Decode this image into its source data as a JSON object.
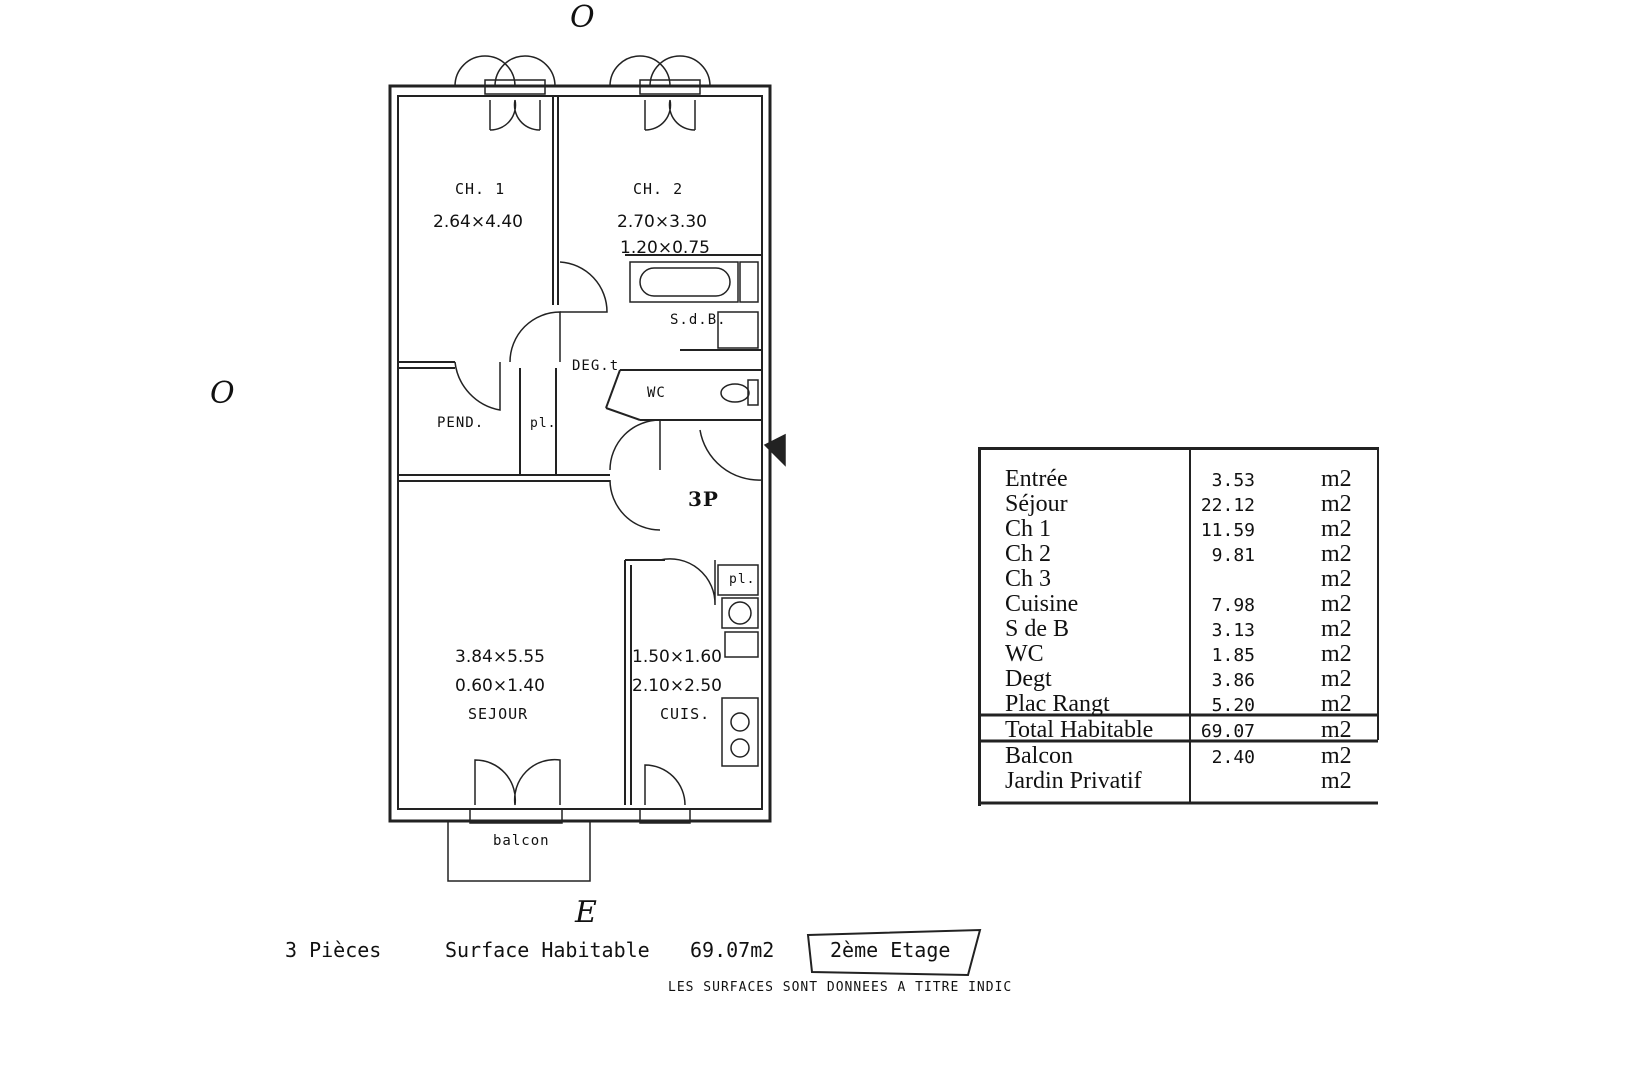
{
  "compass": {
    "north": "O",
    "west": "O",
    "south": "E"
  },
  "rooms": {
    "ch1": {
      "name": "CH. 1",
      "dims": "2.64×4.40"
    },
    "ch2": {
      "name": "CH. 2",
      "dims": "2.70×3.30",
      "dims2": "1.20×0.75"
    },
    "sdb": {
      "name": "S.d.B."
    },
    "degt": {
      "name": "DEG.t"
    },
    "wc": {
      "name": "WC"
    },
    "pend": {
      "name": "PEND."
    },
    "pl1": {
      "name": "pl."
    },
    "pl2": {
      "name": "pl."
    },
    "entry": {
      "name": "3P"
    },
    "sejour": {
      "name": "SEJOUR",
      "dims": "3.84×5.55",
      "dims2": "0.60×1.40"
    },
    "cuis": {
      "name": "CUIS.",
      "dims": "1.50×1.60",
      "dims2": "2.10×2.50"
    },
    "balcon": {
      "name": "balcon"
    }
  },
  "surface_table": {
    "rows": [
      {
        "name": "Entrée",
        "value": "3.53",
        "unit": "m2"
      },
      {
        "name": "Séjour",
        "value": "22.12",
        "unit": "m2"
      },
      {
        "name": "Ch 1",
        "value": "11.59",
        "unit": "m2"
      },
      {
        "name": "Ch 2",
        "value": "9.81",
        "unit": "m2"
      },
      {
        "name": "Ch 3",
        "value": "",
        "unit": "m2"
      },
      {
        "name": "Cuisine",
        "value": "7.98",
        "unit": "m2"
      },
      {
        "name": "S de B",
        "value": "3.13",
        "unit": "m2"
      },
      {
        "name": "WC",
        "value": "1.85",
        "unit": "m2"
      },
      {
        "name": "Degt",
        "value": "3.86",
        "unit": "m2"
      },
      {
        "name": "Plac Rangt",
        "value": "5.20",
        "unit": "m2"
      },
      {
        "name": "Total Habitable",
        "value": "69.07",
        "unit": "m2"
      },
      {
        "name": "Balcon",
        "value": "2.40",
        "unit": "m2"
      },
      {
        "name": "Jardin Privatif",
        "value": "",
        "unit": "m2"
      }
    ]
  },
  "footer": {
    "pieces": "3 Pièces",
    "surface_label": "Surface Habitable",
    "surface_value": "69.07m2",
    "floor": "2ème Etage",
    "note": "LES SURFACES SONT DONNEES A TITRE INDIC"
  }
}
